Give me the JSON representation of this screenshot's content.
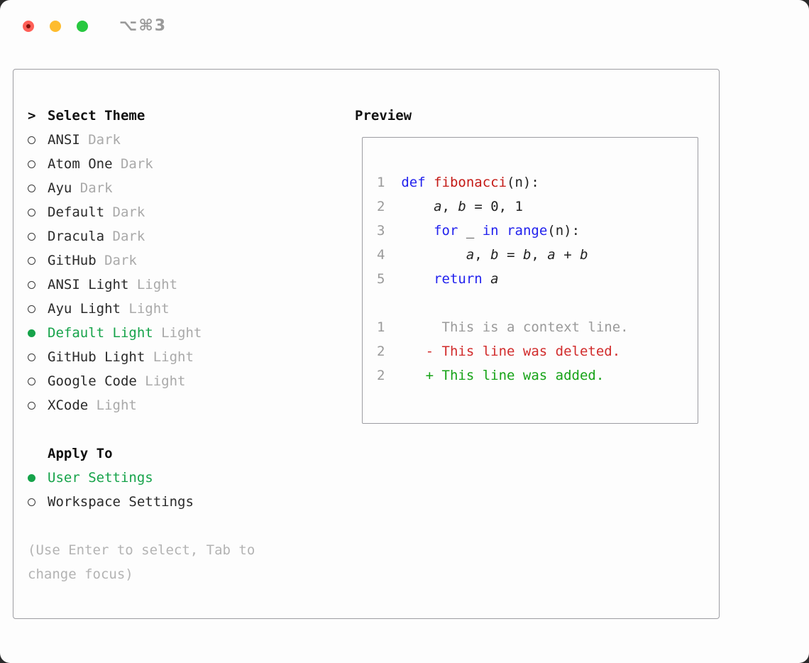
{
  "window": {
    "title": "⌥⌘3"
  },
  "colors": {
    "accent_green": "#16a34a",
    "keyword_blue": "#2222ee",
    "function_red": "#c41a16",
    "deleted_red": "#d12b2b",
    "added_green": "#16a317"
  },
  "theme_selector": {
    "prompt": ">",
    "heading": "Select Theme",
    "items": [
      {
        "name": "ANSI",
        "variant": "Dark",
        "selected": false
      },
      {
        "name": "Atom One",
        "variant": "Dark",
        "selected": false
      },
      {
        "name": "Ayu",
        "variant": "Dark",
        "selected": false
      },
      {
        "name": "Default",
        "variant": "Dark",
        "selected": false
      },
      {
        "name": "Dracula",
        "variant": "Dark",
        "selected": false
      },
      {
        "name": "GitHub",
        "variant": "Dark",
        "selected": false
      },
      {
        "name": "ANSI Light",
        "variant": "Light",
        "selected": false
      },
      {
        "name": "Ayu Light",
        "variant": "Light",
        "selected": false
      },
      {
        "name": "Default Light",
        "variant": "Light",
        "selected": true
      },
      {
        "name": "GitHub Light",
        "variant": "Light",
        "selected": false
      },
      {
        "name": "Google Code",
        "variant": "Light",
        "selected": false
      },
      {
        "name": "XCode",
        "variant": "Light",
        "selected": false
      }
    ]
  },
  "apply_to": {
    "heading": "Apply To",
    "items": [
      {
        "label": "User Settings",
        "selected": true
      },
      {
        "label": "Workspace Settings",
        "selected": false
      }
    ]
  },
  "help_text": "(Use Enter to select, Tab to change focus)",
  "preview": {
    "heading": "Preview",
    "code_lines": [
      {
        "num": "1",
        "tokens": [
          {
            "t": "def",
            "c": "kw"
          },
          {
            "t": " ",
            "c": "p"
          },
          {
            "t": "fibonacci",
            "c": "fn"
          },
          {
            "t": "(n):",
            "c": "p"
          }
        ]
      },
      {
        "num": "2",
        "tokens": [
          {
            "t": "    ",
            "c": "p"
          },
          {
            "t": "a",
            "c": "it"
          },
          {
            "t": ", ",
            "c": "p"
          },
          {
            "t": "b",
            "c": "it"
          },
          {
            "t": " = 0, 1",
            "c": "p"
          }
        ]
      },
      {
        "num": "3",
        "tokens": [
          {
            "t": "    ",
            "c": "p"
          },
          {
            "t": "for",
            "c": "kw"
          },
          {
            "t": " _ ",
            "c": "p"
          },
          {
            "t": "in",
            "c": "kw"
          },
          {
            "t": " ",
            "c": "p"
          },
          {
            "t": "range",
            "c": "kw"
          },
          {
            "t": "(n):",
            "c": "p"
          }
        ]
      },
      {
        "num": "4",
        "tokens": [
          {
            "t": "        ",
            "c": "p"
          },
          {
            "t": "a",
            "c": "it"
          },
          {
            "t": ", ",
            "c": "p"
          },
          {
            "t": "b",
            "c": "it"
          },
          {
            "t": " = ",
            "c": "p"
          },
          {
            "t": "b",
            "c": "it"
          },
          {
            "t": ", ",
            "c": "p"
          },
          {
            "t": "a",
            "c": "it"
          },
          {
            "t": " + ",
            "c": "p"
          },
          {
            "t": "b",
            "c": "it"
          }
        ]
      },
      {
        "num": "5",
        "tokens": [
          {
            "t": "    ",
            "c": "p"
          },
          {
            "t": "return",
            "c": "kw"
          },
          {
            "t": " ",
            "c": "p"
          },
          {
            "t": "a",
            "c": "it"
          }
        ]
      }
    ],
    "diff_lines": [
      {
        "num": "1",
        "text": "     This is a context line.",
        "kind": "context"
      },
      {
        "num": "2",
        "text": "   - This line was deleted.",
        "kind": "deleted"
      },
      {
        "num": "2",
        "text": "   + This line was added.",
        "kind": "added"
      }
    ]
  }
}
